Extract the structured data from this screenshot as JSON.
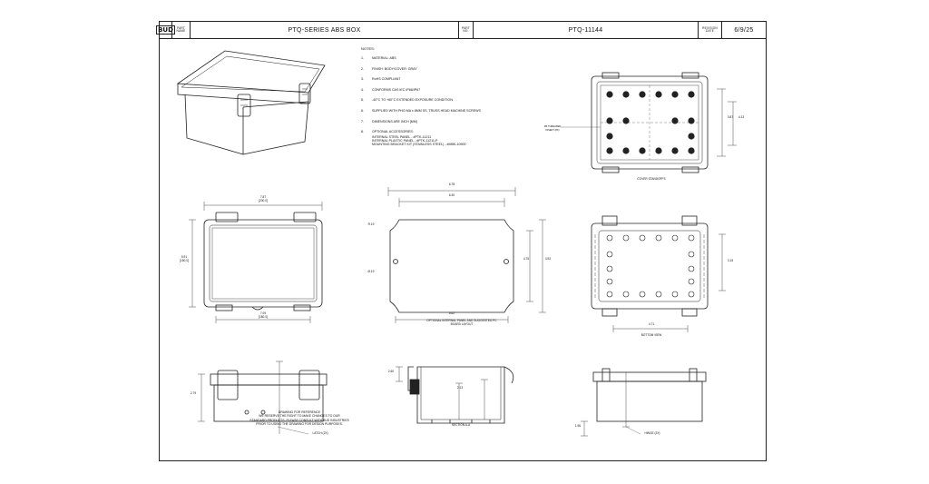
{
  "title_block": {
    "logo_text": "BUD",
    "part_name_label": "PART NAME",
    "part_name": "PTQ-SERIES ABS BOX",
    "part_no_label": "PART NO.",
    "part_no": "PTQ-11144",
    "revision_date_label": "REVISION DATE",
    "revision_date": "6/9/25"
  },
  "notes": {
    "heading": "NOTES:",
    "items": [
      {
        "num": "1.",
        "text": "MATERIAL: ABS"
      },
      {
        "num": "2.",
        "text": "FINISH: BODY/COVER: GRAY"
      },
      {
        "num": "3.",
        "text": "RoHS COMPLIANT"
      },
      {
        "num": "4.",
        "text": "CONFORMS CAS IEC IP66/IP67"
      },
      {
        "num": "5.",
        "text": "-40°C TO +60°C EXTENDED EXPOSURE CONDITION"
      },
      {
        "num": "6.",
        "text": "SUPPLIED WITH PHO MA x 8MM SS, TRUSS HEAD MACHINE SCREWS"
      },
      {
        "num": "7.",
        "text": "DIMENSIONS ARE INCH [MM]"
      },
      {
        "num": "8.",
        "text": "OPTIONAL ACCESSORIES:"
      }
    ],
    "accessories": [
      "INTERNAL STEEL PANEL - #PTK-11211",
      "INTERNAL PLASTIC PANEL - #PTK-11211-P",
      "MOUNTING BRACKET KIT (STAINLESS STEEL) - #MBK-10900"
    ]
  },
  "captions": {
    "cover_standoffs": "COVER STANDOFFS",
    "panel_layout": "OPTIONAL INTERNAL PANEL AND SUGGESTED PC BOARD LAYOUT",
    "bottom_view": "BOTTOM VIEW",
    "section": "SECTION A-A",
    "insert_callout": "M4 THREADED INSERT (8X)",
    "latch_callout": "LATCH (2X)",
    "hinge_callout": "HINGE (2X)"
  },
  "dims": {
    "top_width": "7.87",
    "top_width_mm": "[200.0]",
    "top_height": "5.91",
    "top_height_mm": "[150.0]",
    "front_width": "7.09",
    "front_width_mm": "[180.0]",
    "panel_width": "6.78",
    "panel_inner_width": "6.30",
    "panel_bottom_width": "6.62",
    "panel_height": "4.75",
    "panel_side": "4.92",
    "panel_corner": "R.19",
    "panel_hole": "Ø.19",
    "bottom_width": "4.71",
    "bottom_height": "3.15",
    "cover_h1": "3.87",
    "cover_h2": "4.13",
    "side_height": "2.79",
    "section_depth": "2.60",
    "section_inner": "2.13",
    "right_height": "1.96"
  },
  "reference": {
    "line1": "DRAWING FOR REFERENCE",
    "line2": "WE RESERVE THE RIGHT TO MAKE CHANGES TO OUR",
    "line3": "STANDARD PRODUCTS. PLEASE CONSULT WITH BUD INDUSTRIES",
    "line4": "PRIOR TO USING THE DRAWING FOR DESIGN PURPOSES."
  }
}
